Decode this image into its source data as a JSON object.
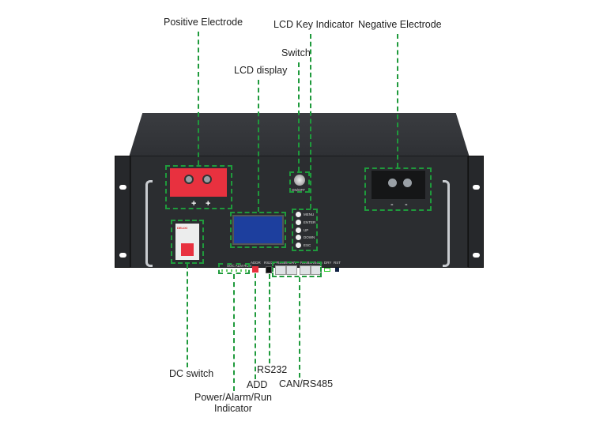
{
  "labels": {
    "positive_electrode": "Positive Electrode",
    "lcd_key_indicator": "LCD Key Indicator",
    "negative_electrode": "Negative Electrode",
    "switch": "Switch",
    "lcd_display": "LCD display",
    "dc_switch": "DC switch",
    "rs232": "RS232",
    "add": "ADD",
    "can_rs485": "CAN/RS485",
    "power_alarm_run_line1": "Power/Alarm/Run",
    "power_alarm_run_line2": "Indicator"
  },
  "panel_text": {
    "plus": "+",
    "minus": "-",
    "on_off": "ON/OFF",
    "keys": [
      "MENU",
      "ENTER",
      "UP",
      "DOWN",
      "ESC"
    ],
    "ports": [
      "ADDR",
      "RS232",
      "RS485",
      "CAN",
      "RS485",
      "RS485",
      "DRY",
      "RST"
    ],
    "led_labels": "SOC ALM RUN",
    "breaker_brand": "DELIXI"
  },
  "colors": {
    "accent": "#1f9a3c",
    "panel": "#2b2d30",
    "positive": "#e8313f",
    "lcd": "#1d3f9e"
  }
}
